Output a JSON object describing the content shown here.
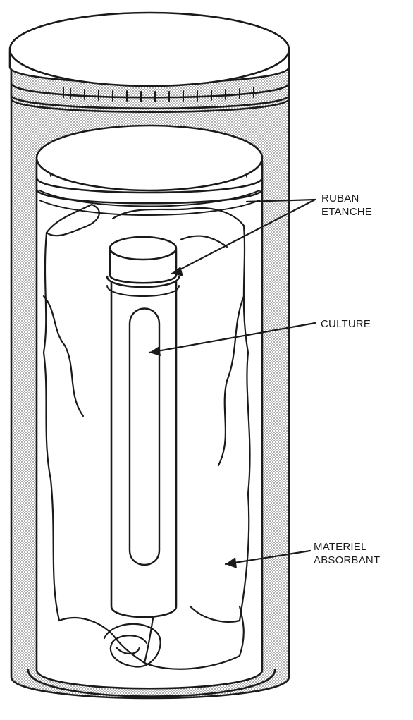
{
  "labels": {
    "sealing_tape": [
      "RUBAN",
      "ETANCHE"
    ],
    "culture": "CULTURE",
    "absorbent_material": [
      "MATERIEL",
      "ABSORBANT"
    ]
  },
  "colors": {
    "ink": "#1a1a1a",
    "stipple": "#8a8a8a",
    "paper": "#ffffff"
  }
}
